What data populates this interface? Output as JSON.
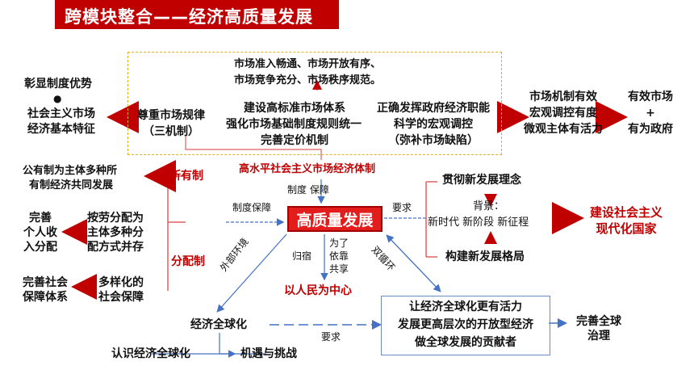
{
  "title": "跨模块整合——经济高质量发展",
  "core": "高质量发展",
  "left_top": {
    "highlight": "彰显制度优势",
    "bullet": "●",
    "feature_1": "社会主义市场",
    "feature_2": "经济基本特征"
  },
  "market_rules_1": "尊重市场规律",
  "market_rules_2": "（三机制）",
  "market_access_1": "市场准入畅通、市场开放有序、",
  "market_access_2": "市场竞争充分、市场秩序规范。",
  "system_1": "建设高标准市场体系",
  "system_2": "强化市场基础制度规则统一",
  "system_3": "完善定价机制",
  "gov_1": "正确发挥政府经济职能",
  "gov_2": "科学的宏观调控",
  "gov_3": "（弥补市场缺陷）",
  "effective_1": "市场机制有效",
  "effective_2": "宏观调控有度",
  "effective_3": "微观主体有活力",
  "effective_market": "有效市场",
  "plus": "+",
  "active_gov": "有为政府",
  "market_system": "高水平社会主义市场经济体制",
  "system_guarantee": "制度 保障",
  "ownership_desc_1": "公有制为主体多种所",
  "ownership_desc_2": "有制经济共同发展",
  "ownership": "所有制",
  "system_guarantee_2": "制度保障",
  "distribution": "分配制",
  "dist_labor_1": "按劳分配为",
  "dist_labor_2": "主体多种分",
  "dist_labor_3": "配方式并存",
  "improve_income_1": "完善",
  "improve_income_2": "个人收",
  "improve_income_3": "入分配",
  "diverse_security_1": "多样化的",
  "diverse_security_2": "社会保障",
  "improve_security_1": "完善社会",
  "improve_security_2": "保障体系",
  "requirement": "要求",
  "new_concept": "贯彻新发展理念",
  "background_label": "背景：",
  "background": "新时代  新阶段  新征程",
  "new_pattern": "构建新发展格局",
  "modernization_1": "建设社会主义",
  "modernization_2": "现代化国家",
  "people_centered": "以人民为中心",
  "for_1": "为了",
  "for_2": "依靠",
  "for_3": "共享",
  "destination": "归宿",
  "external_env": "外部环境",
  "dual_circulation": "双循环",
  "globalization": "经济全球化",
  "recognize": "认识经济全球化",
  "opportunity": "机遇与挑战",
  "requirement_2": "要求",
  "global_1": "让经济全球化更有活力",
  "global_2": "发展更高层次的开放型经济",
  "global_3": "做全球发展的贡献者",
  "governance_1": "完善全球",
  "governance_2": "治理"
}
